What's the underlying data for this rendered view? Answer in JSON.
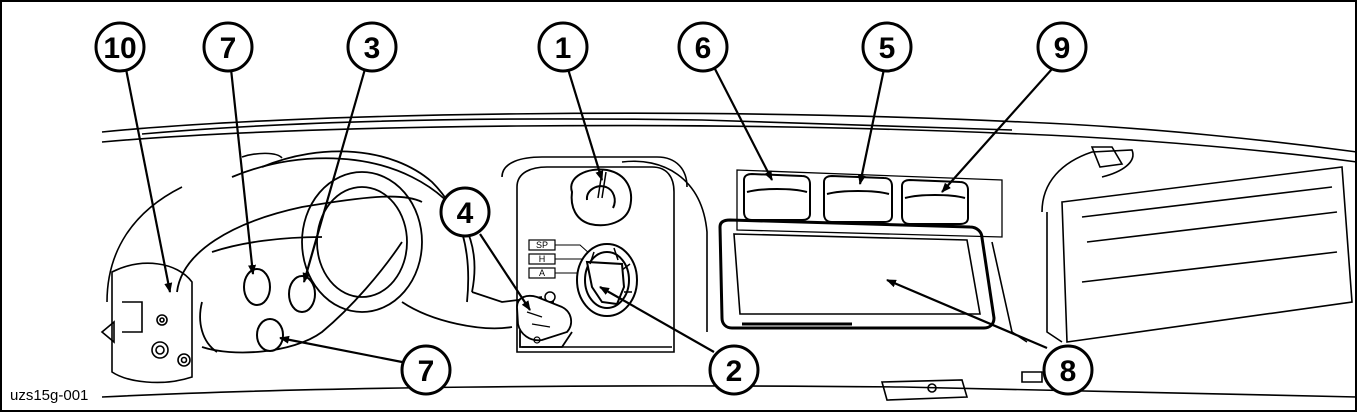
{
  "figure_id": "uzs15g-001",
  "callouts": [
    "10",
    "7",
    "3",
    "1",
    "6",
    "5",
    "9",
    "4",
    "7",
    "2",
    "8"
  ],
  "selector_panel": {
    "labels": [
      "SP",
      "H",
      "A"
    ]
  }
}
